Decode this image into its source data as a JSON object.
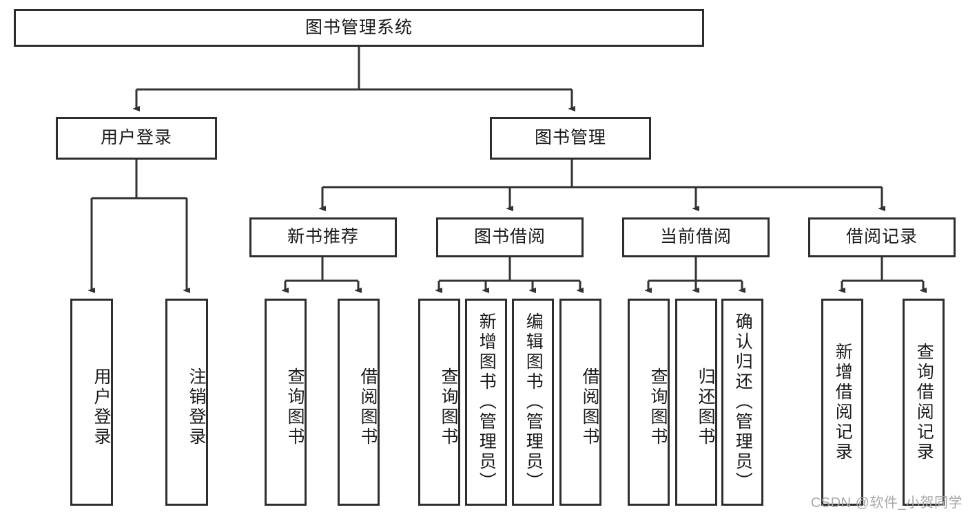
{
  "diagram": {
    "type": "tree-hierarchy",
    "title": "图书管理系统",
    "watermark": "CSDN @软件_小贺同学",
    "colors": {
      "box_border": "#2e2e2e",
      "box_fill": "#ffffff",
      "edge": "#333333",
      "text": "#1a1a1a",
      "watermark": "#a8a8a8",
      "background": "#ffffff"
    },
    "nodes": {
      "root": {
        "label": "图书管理系统",
        "level": 1,
        "orientation": "horizontal"
      },
      "l2": [
        {
          "id": "user-login",
          "label": "用户登录",
          "orientation": "horizontal"
        },
        {
          "id": "book-management",
          "label": "图书管理",
          "orientation": "horizontal"
        }
      ],
      "l3": [
        {
          "id": "new-book-recommend",
          "label": "新书推荐",
          "orientation": "horizontal",
          "parent": "book-management"
        },
        {
          "id": "book-borrow",
          "label": "图书借阅",
          "orientation": "horizontal",
          "parent": "book-management"
        },
        {
          "id": "current-borrow",
          "label": "当前借阅",
          "orientation": "horizontal",
          "parent": "book-management"
        },
        {
          "id": "borrow-record",
          "label": "借阅记录",
          "orientation": "horizontal",
          "parent": "book-management"
        }
      ],
      "leaves": [
        {
          "id": "leaf-user-login",
          "label": "用户登录",
          "orientation": "vertical",
          "parent": "user-login"
        },
        {
          "id": "leaf-logout-login",
          "label": "注销登录",
          "orientation": "vertical",
          "parent": "user-login"
        },
        {
          "id": "leaf-query-book-1",
          "label": "查询图书",
          "orientation": "vertical",
          "parent": "new-book-recommend"
        },
        {
          "id": "leaf-borrow-book-1",
          "label": "借阅图书",
          "orientation": "vertical",
          "parent": "new-book-recommend"
        },
        {
          "id": "leaf-query-book-2",
          "label": "查询图书",
          "orientation": "vertical",
          "parent": "book-borrow"
        },
        {
          "id": "leaf-add-book-admin",
          "label": "新增图书（管理员）",
          "orientation": "vertical",
          "parent": "book-borrow"
        },
        {
          "id": "leaf-edit-book-admin",
          "label": "编辑图书（管理员）",
          "orientation": "vertical",
          "parent": "book-borrow"
        },
        {
          "id": "leaf-borrow-book-2",
          "label": "借阅图书",
          "orientation": "vertical",
          "parent": "book-borrow"
        },
        {
          "id": "leaf-query-book-3",
          "label": "查询图书",
          "orientation": "vertical",
          "parent": "current-borrow"
        },
        {
          "id": "leaf-return-book",
          "label": "归还图书",
          "orientation": "vertical",
          "parent": "current-borrow"
        },
        {
          "id": "leaf-confirm-return-admin",
          "label": "确认归还（管理员）",
          "orientation": "vertical",
          "parent": "current-borrow"
        },
        {
          "id": "leaf-add-borrow-record",
          "label": "新增借阅记录",
          "orientation": "vertical",
          "parent": "borrow-record"
        },
        {
          "id": "leaf-query-borrow-record",
          "label": "查询借阅记录",
          "orientation": "vertical",
          "parent": "borrow-record"
        }
      ]
    }
  }
}
